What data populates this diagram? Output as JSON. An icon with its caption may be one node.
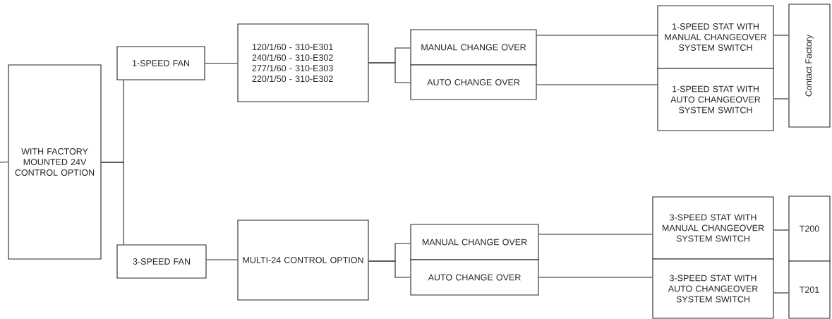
{
  "diagram": {
    "nodes": [
      {
        "text": [
          "WITH FACTORY MOUNTED 24V CONTROL OPTION"
        ]
      },
      {
        "text": [
          "1-SPEED FAN"
        ]
      },
      {
        "text": [
          "120/1/60 - 310-E301",
          "240/1/60 - 310-E302",
          "277/1/60 - 310-E303",
          "220/1/50 - 310-E302"
        ]
      },
      {
        "text": [
          "MANUAL CHANGE OVER"
        ]
      },
      {
        "text": [
          "AUTO CHANGE OVER"
        ]
      },
      {
        "text": [
          "1-SPEED STAT WITH MANUAL CHANGEOVER SYSTEM SWITCH"
        ]
      },
      {
        "text": [
          "1-SPEED STAT WITH AUTO CHANGEOVER SYSTEM SWITCH"
        ]
      },
      {
        "text": [
          "Contact Factory"
        ]
      },
      {
        "text": [
          "3-SPEED FAN"
        ]
      },
      {
        "text": [
          "MULTI-24 CONTROL OPTION"
        ]
      },
      {
        "text": [
          "MANUAL CHANGE OVER"
        ]
      },
      {
        "text": [
          "AUTO CHANGE OVER"
        ]
      },
      {
        "text": [
          "3-SPEED STAT WITH MANUAL CHANGEOVER SYSTEM SWITCH"
        ]
      },
      {
        "text": [
          "3-SPEED STAT WITH AUTO CHANGEOVER SYSTEM SWITCH"
        ]
      },
      {
        "text": [
          "T200"
        ]
      },
      {
        "text": [
          "T201"
        ]
      }
    ],
    "edges": [
      {
        "from": null,
        "to": 0,
        "arrow": "none"
      },
      {
        "from": 0,
        "to": 1,
        "arrow": "none"
      },
      {
        "from": 0,
        "to": 8,
        "arrow": "none"
      },
      {
        "from": 1,
        "to": 2,
        "arrow": "none"
      },
      {
        "from": 2,
        "to": 3,
        "arrow": "none"
      },
      {
        "from": 2,
        "to": 4,
        "arrow": "none"
      },
      {
        "from": 3,
        "to": 5,
        "arrow": "none"
      },
      {
        "from": 4,
        "to": 6,
        "arrow": "none"
      },
      {
        "from": 5,
        "to": 7,
        "arrow": "none"
      },
      {
        "from": 6,
        "to": 7,
        "arrow": "none"
      },
      {
        "from": 8,
        "to": 9,
        "arrow": "none"
      },
      {
        "from": 9,
        "to": 10,
        "arrow": "none"
      },
      {
        "from": 9,
        "to": 11,
        "arrow": "none"
      },
      {
        "from": 10,
        "to": 12,
        "arrow": "none"
      },
      {
        "from": 11,
        "to": 13,
        "arrow": "none"
      },
      {
        "from": 12,
        "to": 14,
        "arrow": "none"
      },
      {
        "from": 13,
        "to": 15,
        "arrow": "none"
      }
    ]
  }
}
